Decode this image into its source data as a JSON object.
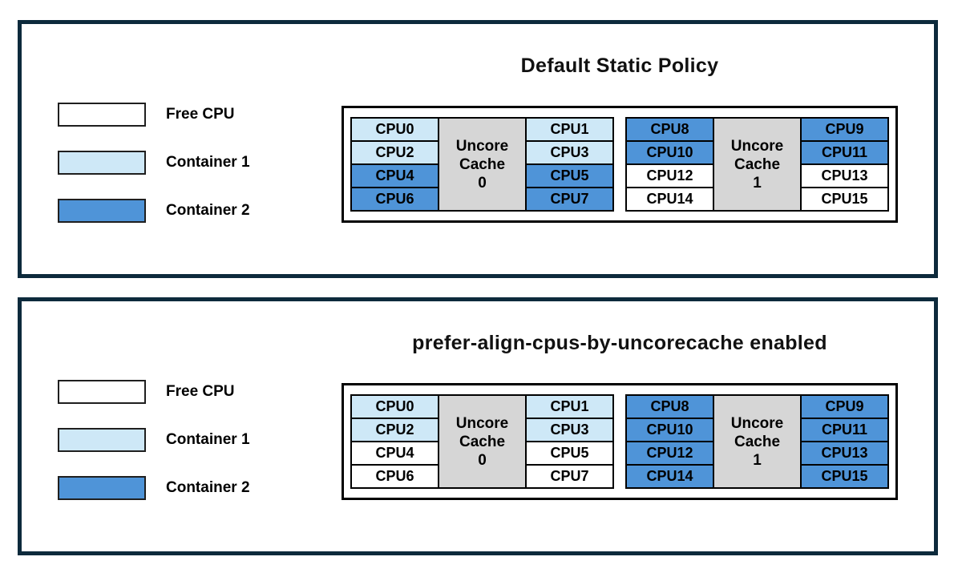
{
  "colors": {
    "free_cpu": "#FFFFFF",
    "container1": "#CEE8F7",
    "container2": "#4F94D8",
    "uncore_cache_fill": "#D6D6D6",
    "cell_border": "#000000",
    "panel_border": "#0D2A3C"
  },
  "legend": {
    "items": [
      {
        "label": "Free CPU",
        "state": "free"
      },
      {
        "label": "Container 1",
        "state": "container1"
      },
      {
        "label": "Container 2",
        "state": "container2"
      }
    ]
  },
  "panels": [
    {
      "title": "Default Static Policy",
      "groups": [
        {
          "cache_lines": [
            "Uncore",
            "Cache",
            "0"
          ],
          "left_cells": [
            {
              "label": "CPU0",
              "state": "container1"
            },
            {
              "label": "CPU2",
              "state": "container1"
            },
            {
              "label": "CPU4",
              "state": "container2"
            },
            {
              "label": "CPU6",
              "state": "container2"
            }
          ],
          "right_cells": [
            {
              "label": "CPU1",
              "state": "container1"
            },
            {
              "label": "CPU3",
              "state": "container1"
            },
            {
              "label": "CPU5",
              "state": "container2"
            },
            {
              "label": "CPU7",
              "state": "container2"
            }
          ]
        },
        {
          "cache_lines": [
            "Uncore",
            "Cache",
            "1"
          ],
          "left_cells": [
            {
              "label": "CPU8",
              "state": "container2"
            },
            {
              "label": "CPU10",
              "state": "container2"
            },
            {
              "label": "CPU12",
              "state": "free"
            },
            {
              "label": "CPU14",
              "state": "free"
            }
          ],
          "right_cells": [
            {
              "label": "CPU9",
              "state": "container2"
            },
            {
              "label": "CPU11",
              "state": "container2"
            },
            {
              "label": "CPU13",
              "state": "free"
            },
            {
              "label": "CPU15",
              "state": "free"
            }
          ]
        }
      ]
    },
    {
      "title": "prefer-align-cpus-by-uncorecache enabled",
      "groups": [
        {
          "cache_lines": [
            "Uncore",
            "Cache",
            "0"
          ],
          "left_cells": [
            {
              "label": "CPU0",
              "state": "container1"
            },
            {
              "label": "CPU2",
              "state": "container1"
            },
            {
              "label": "CPU4",
              "state": "free"
            },
            {
              "label": "CPU6",
              "state": "free"
            }
          ],
          "right_cells": [
            {
              "label": "CPU1",
              "state": "container1"
            },
            {
              "label": "CPU3",
              "state": "container1"
            },
            {
              "label": "CPU5",
              "state": "free"
            },
            {
              "label": "CPU7",
              "state": "free"
            }
          ]
        },
        {
          "cache_lines": [
            "Uncore",
            "Cache",
            "1"
          ],
          "left_cells": [
            {
              "label": "CPU8",
              "state": "container2"
            },
            {
              "label": "CPU10",
              "state": "container2"
            },
            {
              "label": "CPU12",
              "state": "container2"
            },
            {
              "label": "CPU14",
              "state": "container2"
            }
          ],
          "right_cells": [
            {
              "label": "CPU9",
              "state": "container2"
            },
            {
              "label": "CPU11",
              "state": "container2"
            },
            {
              "label": "CPU13",
              "state": "container2"
            },
            {
              "label": "CPU15",
              "state": "container2"
            }
          ]
        }
      ]
    }
  ]
}
